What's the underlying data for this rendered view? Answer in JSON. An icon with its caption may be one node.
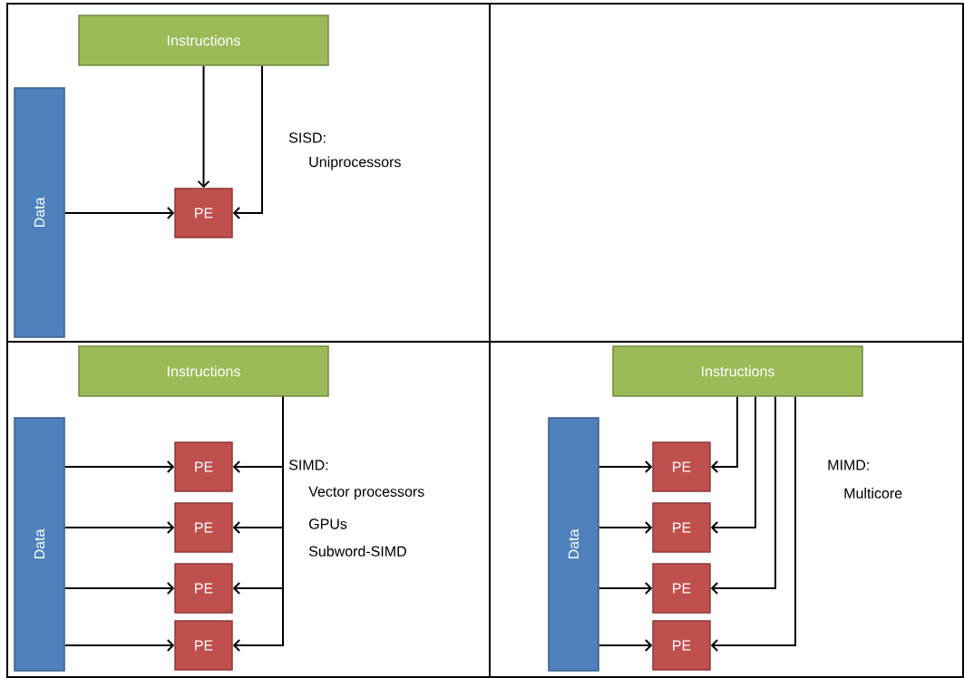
{
  "diagram": {
    "nodes": [
      {
        "text": [
          "Instructions"
        ]
      },
      {
        "text": [
          "Data"
        ]
      },
      {
        "text": [
          "PE"
        ]
      },
      {
        "text": [
          "Instructions"
        ]
      },
      {
        "text": [
          "Data"
        ]
      },
      {
        "text": [
          "PE"
        ]
      },
      {
        "text": [
          "PE"
        ]
      },
      {
        "text": [
          "PE"
        ]
      },
      {
        "text": [
          "PE"
        ]
      },
      {
        "text": [
          "Instructions"
        ]
      },
      {
        "text": [
          "Data"
        ]
      },
      {
        "text": [
          "PE"
        ]
      },
      {
        "text": [
          "PE"
        ]
      },
      {
        "text": [
          "PE"
        ]
      },
      {
        "text": [
          "PE"
        ]
      }
    ],
    "edges": [
      {
        "from": 0,
        "to": 2,
        "arrow": "to"
      },
      {
        "from": 0,
        "to": 2,
        "arrow": "to"
      },
      {
        "from": 1,
        "to": 2,
        "arrow": "to"
      },
      {
        "from": 4,
        "to": 5,
        "arrow": "to"
      },
      {
        "from": 4,
        "to": 6,
        "arrow": "to"
      },
      {
        "from": 4,
        "to": 7,
        "arrow": "to"
      },
      {
        "from": 4,
        "to": 8,
        "arrow": "to"
      },
      {
        "from": 3,
        "to": 5,
        "arrow": "to"
      },
      {
        "from": 3,
        "to": 6,
        "arrow": "to"
      },
      {
        "from": 3,
        "to": 7,
        "arrow": "to"
      },
      {
        "from": 3,
        "to": 8,
        "arrow": "to"
      },
      {
        "from": 10,
        "to": 11,
        "arrow": "to"
      },
      {
        "from": 10,
        "to": 12,
        "arrow": "to"
      },
      {
        "from": 10,
        "to": 13,
        "arrow": "to"
      },
      {
        "from": 10,
        "to": 14,
        "arrow": "to"
      },
      {
        "from": 9,
        "to": 11,
        "arrow": "to"
      },
      {
        "from": 9,
        "to": 12,
        "arrow": "to"
      },
      {
        "from": 9,
        "to": 13,
        "arrow": "to"
      },
      {
        "from": 9,
        "to": 14,
        "arrow": "to"
      }
    ],
    "labels": [
      "SISD:",
      "Uniprocessors",
      "SIMD:",
      "Vector processors",
      "GPUs",
      "Subword-SIMD",
      "MIMD:",
      "Multicore"
    ]
  }
}
